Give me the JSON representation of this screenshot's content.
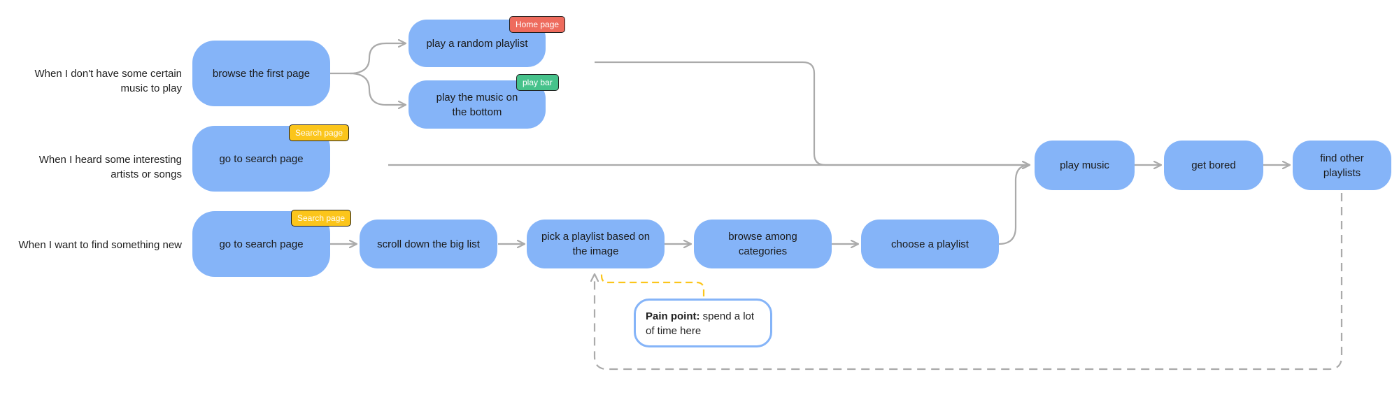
{
  "rows": [
    {
      "label_line1": "When I don't have some certain",
      "label_line2": "music to play"
    },
    {
      "label_line1": "When I heard some interesting",
      "label_line2": "artists or songs"
    },
    {
      "label_line1": "When I want to find something new",
      "label_line2": ""
    }
  ],
  "nodes": {
    "browse_first_page": "browse the first page",
    "play_random_playlist": "play a random playlist",
    "play_music_bottom_line1": "play the music on",
    "play_music_bottom_line2": "the bottom",
    "go_search_1": "go to search page",
    "go_search_2": "go to search page",
    "scroll_down": "scroll down the big list",
    "pick_playlist_line1": "pick a playlist based on",
    "pick_playlist_line2": "the image",
    "browse_categories_line1": "browse among",
    "browse_categories_line2": "categories",
    "choose_playlist": "choose a playlist",
    "play_music": "play music",
    "get_bored": "get bored",
    "find_other_line1": "find other",
    "find_other_line2": "playlists"
  },
  "tags": {
    "home_page": "Home page",
    "play_bar": "play bar",
    "search_page_1": "Search page",
    "search_page_2": "Search page"
  },
  "pain_point": {
    "title": "Pain point:",
    "text": " spend a lot of time here"
  },
  "colors": {
    "node": "#85b4f8",
    "home_tag": "#ee6b5d",
    "play_bar_tag": "#46c28b",
    "search_tag": "#fbc51b",
    "connector": "#aaaaaa",
    "pain_connector": "#fbc51b"
  }
}
